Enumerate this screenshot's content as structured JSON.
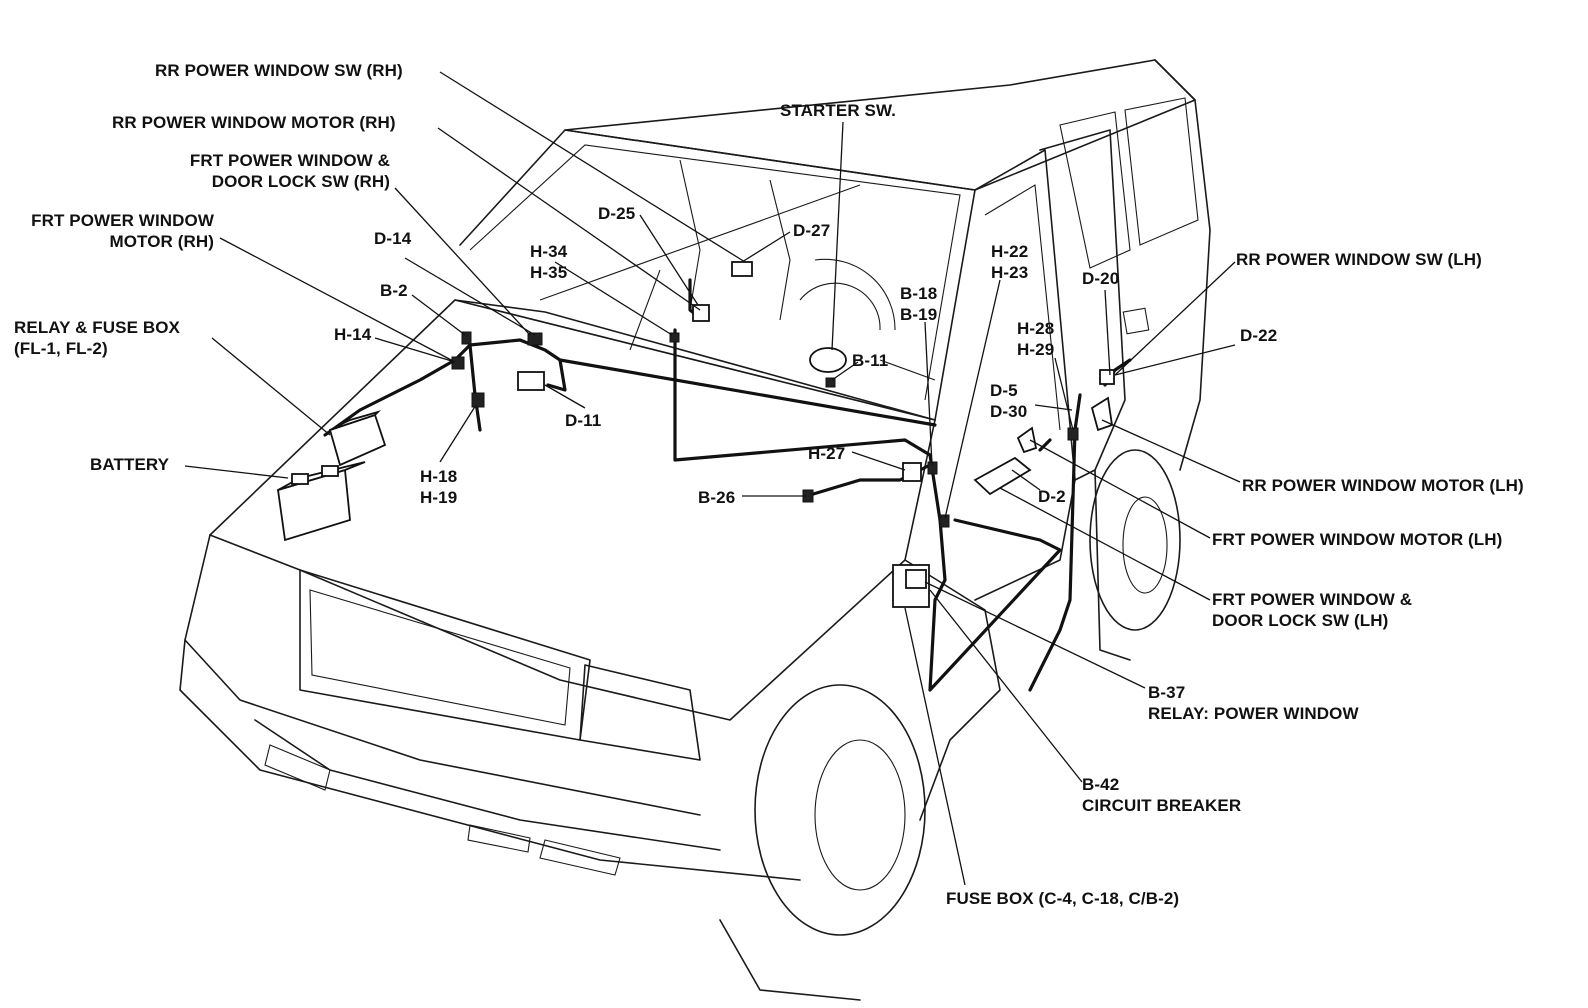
{
  "labels": {
    "rr_pw_sw_rh": "RR POWER WINDOW SW (RH)",
    "rr_pw_motor_rh": "RR POWER WINDOW MOTOR (RH)",
    "frt_pw_door_lock_sw_rh_1": "FRT POWER WINDOW &",
    "frt_pw_door_lock_sw_rh_2": "DOOR LOCK SW (RH)",
    "frt_pw_motor_rh_1": "FRT POWER WINDOW",
    "frt_pw_motor_rh_2": "MOTOR (RH)",
    "relay_fuse_box_1": "RELAY & FUSE BOX",
    "relay_fuse_box_2": "(FL-1, FL-2)",
    "battery": "BATTERY",
    "d14": "D-14",
    "b2": "B-2",
    "h14": "H-14",
    "h18": "H-18",
    "h19": "H-19",
    "d11": "D-11",
    "d25": "D-25",
    "d27": "D-27",
    "h34": "H-34",
    "h35": "H-35",
    "starter_sw": "STARTER SW.",
    "b11": "B-11",
    "h22": "H-22",
    "h23": "H-23",
    "b18": "B-18",
    "b19": "B-19",
    "d20": "D-20",
    "h28": "H-28",
    "h29": "H-29",
    "d5": "D-5",
    "d30": "D-30",
    "h27": "H-27",
    "b26": "B-26",
    "d2": "D-2",
    "d22": "D-22",
    "rr_pw_sw_lh": "RR POWER WINDOW SW (LH)",
    "rr_pw_motor_lh": "RR POWER WINDOW MOTOR (LH)",
    "frt_pw_motor_lh": "FRT POWER WINDOW MOTOR (LH)",
    "frt_pw_door_lock_sw_lh_1": "FRT POWER WINDOW &",
    "frt_pw_door_lock_sw_lh_2": "DOOR LOCK SW (LH)",
    "b37_1": "B-37",
    "b37_2": "RELAY: POWER WINDOW",
    "b42_1": "B-42",
    "b42_2": "CIRCUIT BREAKER",
    "fuse_box": "FUSE BOX (C-4, C-18, C/B-2)"
  },
  "colors": {
    "line": "#111111",
    "background": "#ffffff"
  }
}
